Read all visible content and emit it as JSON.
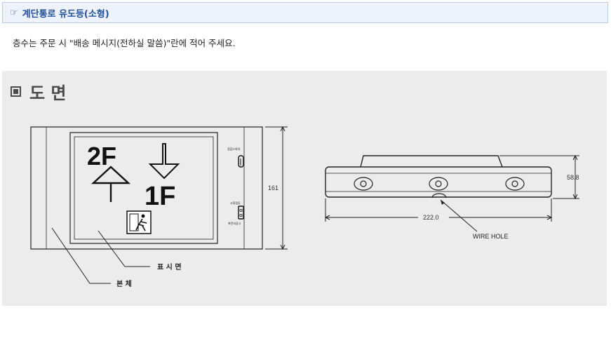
{
  "header": {
    "icon": "pointing-hand-icon",
    "hand_glyph": "☞",
    "title": "계단통로 유도등(소형)"
  },
  "notice": "층수는 주문 시 \"배송 메시지(전하실 말씀)\"란에 적어 주세요.",
  "drawing": {
    "title": "도 면",
    "sign_top_floor": "2F",
    "sign_bottom_floor": "1F",
    "label_display": "표 시 면",
    "label_body": "본 체",
    "height_dim": "161",
    "width_dim": "222.0",
    "depth_dim": "58.8",
    "wire_hole": "WIRE HOLE",
    "switch_label_top": "점검스위치",
    "switch_label_mid": "고휘점등",
    "switch_label_bottom": "축전지감시"
  }
}
